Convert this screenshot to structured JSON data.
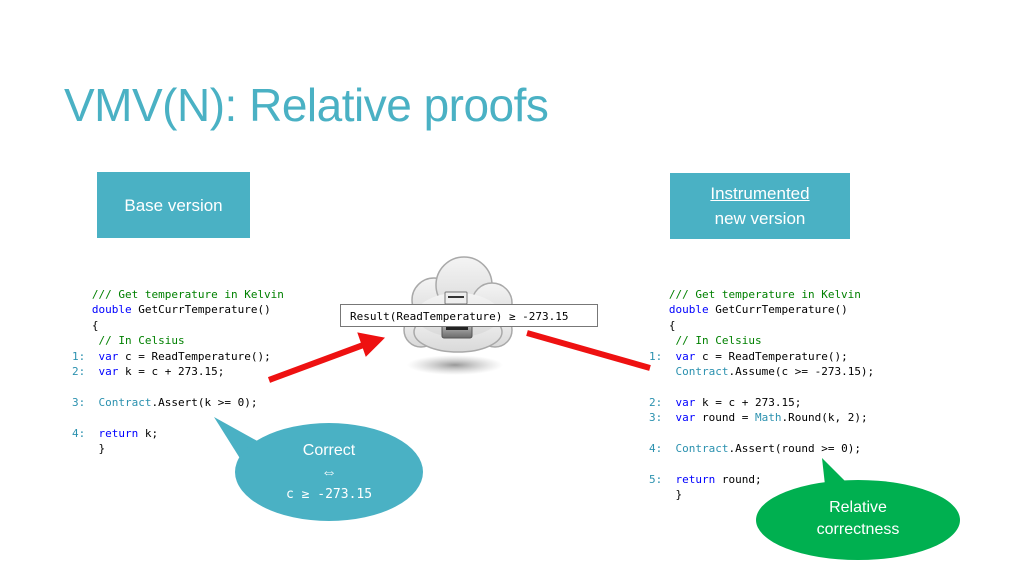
{
  "title": "VMV(N): Relative proofs",
  "base_box": {
    "label": "Base version"
  },
  "instr_box": {
    "line1": "Instrumented",
    "line2": "new version"
  },
  "result_box": {
    "text": "Result(ReadTemperature) ≥ -273.15"
  },
  "left_code": {
    "comment1": "/// Get temperature in Kelvin",
    "sig_kw": "double",
    "sig_rest": " GetCurrTemperature()",
    "brace_open": "{",
    "comment2": " // In Celsius",
    "l1_num": "1:",
    "l1_kw": "var",
    "l1_rest": " c = ReadTemperature();",
    "l2_num": "2:",
    "l2_kw": "var",
    "l2_rest": " k = c + 273.15;",
    "l3_num": "3:",
    "l3_type": "Contract",
    "l3_rest": ".Assert(k >= 0);",
    "l4_num": "4:",
    "l4_kw": "return",
    "l4_rest": " k;",
    "brace_close": "}"
  },
  "right_code": {
    "comment1": "/// Get temperature in Kelvin",
    "sig_kw": "double",
    "sig_rest": " GetCurrTemperature()",
    "brace_open": "{",
    "comment2": " // In Celsius",
    "l1_num": "1:",
    "l1_kw": "var",
    "l1_rest": " c = ReadTemperature();",
    "l1b_type": "Contract",
    "l1b_rest": ".Assume(c >= -273.15);",
    "l2_num": "2:",
    "l2_kw": "var",
    "l2_rest": " k = c + 273.15;",
    "l3_num": "3:",
    "l3_kw": "var",
    "l3_mid": " round = ",
    "l3_type": "Math",
    "l3_rest": ".Round(k, 2);",
    "l4_num": "4:",
    "l4_type": "Contract",
    "l4_rest": ".Assert(round >= 0);",
    "l5_num": "5:",
    "l5_kw": "return",
    "l5_rest": " round;",
    "brace_close": "}"
  },
  "correct_bubble": {
    "line1": "Correct",
    "line2": "⇔",
    "line3": "c ≥ -273.15"
  },
  "relative_bubble": {
    "line1": "Relative",
    "line2": "correctness"
  },
  "colors": {
    "accent": "#4ab1c4",
    "arrow": "#ee1111",
    "green": "#00b050"
  }
}
